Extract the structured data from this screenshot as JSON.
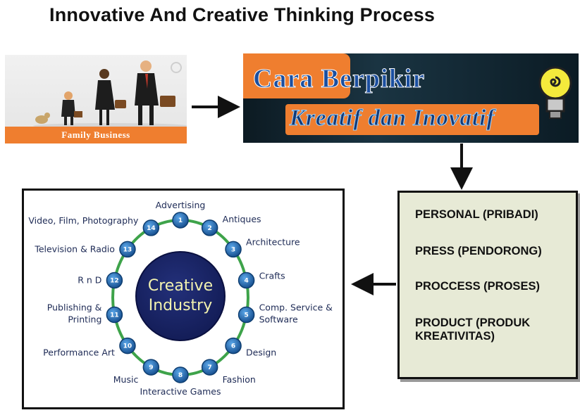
{
  "title": "Innovative And Creative Thinking Process",
  "family_image": {
    "banner": "Family Business"
  },
  "cara_image": {
    "line1": "Cara Berpikir",
    "line2": "Kreatif dan Inovatif"
  },
  "creative_industry": {
    "center_line1": "Creative",
    "center_line2": "Industry",
    "items": [
      {
        "num": "1",
        "label": "Advertising"
      },
      {
        "num": "2",
        "label": "Antiques"
      },
      {
        "num": "3",
        "label": "Architecture"
      },
      {
        "num": "4",
        "label": "Crafts"
      },
      {
        "num": "5",
        "label": "Comp. Service &",
        "label2": "Software"
      },
      {
        "num": "6",
        "label": "Design"
      },
      {
        "num": "7",
        "label": "Fashion"
      },
      {
        "num": "8",
        "label": "Interactive Games"
      },
      {
        "num": "9",
        "label": "Music"
      },
      {
        "num": "10",
        "label": "Performance Art"
      },
      {
        "num": "11",
        "label": "Publishing &",
        "label2": "Printing"
      },
      {
        "num": "12",
        "label": "R n D"
      },
      {
        "num": "13",
        "label": "Television & Radio"
      },
      {
        "num": "14",
        "label": "Video, Film, Photography"
      }
    ]
  },
  "p_list": [
    "PERSONAL (PRIBADI)",
    "PRESS (PENDORONG)",
    "PROCCESS (PROSES)",
    "PRODUCT (PRODUK KREATIVITAS)"
  ],
  "colors": {
    "orange": "#ef7e2f",
    "navy": "#1a2a6c",
    "node_blue": "#1e63a8",
    "ring_green": "#3ea34a",
    "panel_beige": "#e7ead6"
  }
}
